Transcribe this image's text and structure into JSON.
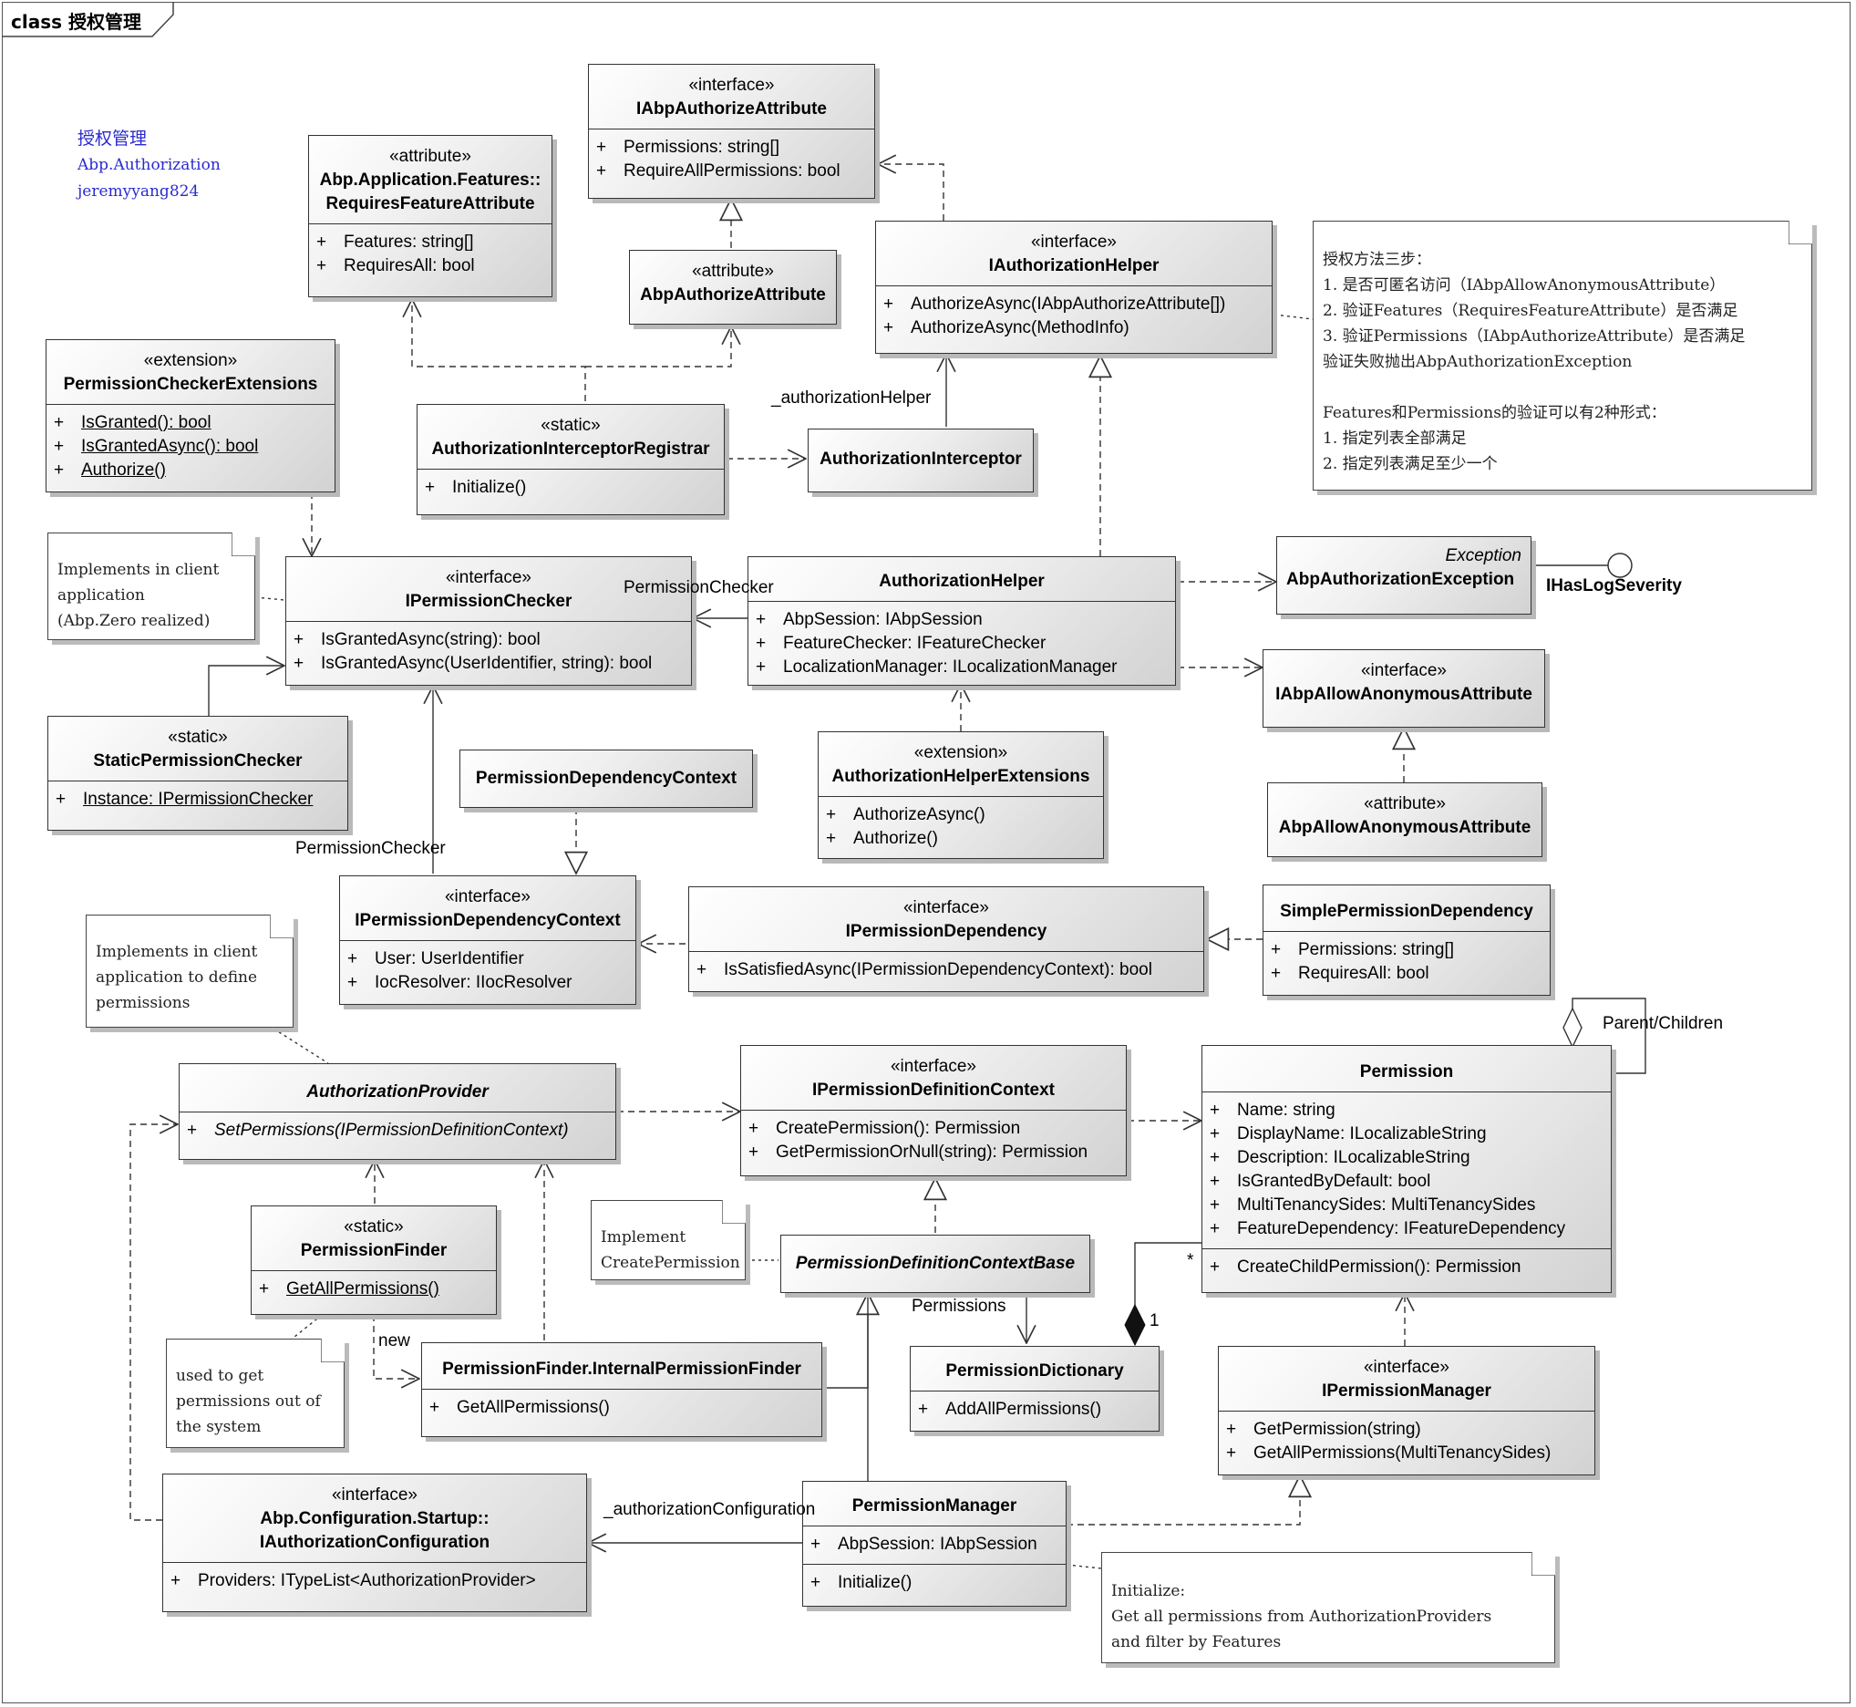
{
  "frame_title": "class 授权管理",
  "intro": {
    "title": "授权管理",
    "namespace": "Abp.Authorization",
    "author": "jeremyyang824"
  },
  "classes": {
    "iabp_authorize_attribute": {
      "stereotype": "«interface»",
      "name": "IAbpAuthorizeAttribute",
      "members": [
        "Permissions: string[]",
        "RequireAllPermissions: bool"
      ]
    },
    "requires_feature_attribute": {
      "stereotype": "«attribute»",
      "name_line1": "Abp.Application.Features::",
      "name_line2": "RequiresFeatureAttribute",
      "members": [
        "Features: string[]",
        "RequiresAll: bool"
      ]
    },
    "abp_authorize_attribute": {
      "stereotype": "«attribute»",
      "name": "AbpAuthorizeAttribute"
    },
    "iauthorization_helper": {
      "stereotype": "«interface»",
      "name": "IAuthorizationHelper",
      "members": [
        "AuthorizeAsync(IAbpAuthorizeAttribute[])",
        "AuthorizeAsync(MethodInfo)"
      ]
    },
    "permission_checker_extensions": {
      "stereotype": "«extension»",
      "name": "PermissionCheckerExtensions",
      "members": [
        "IsGranted(): bool",
        "IsGrantedAsync(): bool",
        "Authorize()"
      ]
    },
    "authorization_interceptor_registrar": {
      "stereotype": "«static»",
      "name": "AuthorizationInterceptorRegistrar",
      "members": [
        "Initialize()"
      ]
    },
    "authorization_interceptor": {
      "name": "AuthorizationInterceptor"
    },
    "ipermission_checker": {
      "stereotype": "«interface»",
      "name": "IPermissionChecker",
      "members": [
        "IsGrantedAsync(string): bool",
        "IsGrantedAsync(UserIdentifier, string): bool"
      ]
    },
    "authorization_helper": {
      "name": "AuthorizationHelper",
      "members": [
        "AbpSession: IAbpSession",
        "FeatureChecker: IFeatureChecker",
        "LocalizationManager: ILocalizationManager"
      ]
    },
    "abp_authorization_exception": {
      "stereotype": "Exception",
      "name": "AbpAuthorizationException"
    },
    "iabp_allow_anonymous_attribute": {
      "stereotype": "«interface»",
      "name": "IAbpAllowAnonymousAttribute"
    },
    "abp_allow_anonymous_attribute": {
      "stereotype": "«attribute»",
      "name": "AbpAllowAnonymousAttribute"
    },
    "static_permission_checker": {
      "stereotype": "«static»",
      "name": "StaticPermissionChecker",
      "members": [
        "Instance: IPermissionChecker"
      ]
    },
    "permission_dependency_context": {
      "name": "PermissionDependencyContext"
    },
    "authorization_helper_extensions": {
      "stereotype": "«extension»",
      "name": "AuthorizationHelperExtensions",
      "members": [
        "AuthorizeAsync()",
        "Authorize()"
      ]
    },
    "ipermission_dependency_context": {
      "stereotype": "«interface»",
      "name": "IPermissionDependencyContext",
      "members": [
        "User: UserIdentifier",
        "IocResolver: IIocResolver"
      ]
    },
    "ipermission_dependency": {
      "stereotype": "«interface»",
      "name": "IPermissionDependency",
      "members": [
        "IsSatisfiedAsync(IPermissionDependencyContext): bool"
      ]
    },
    "simple_permission_dependency": {
      "name": "SimplePermissionDependency",
      "members": [
        "Permissions: string[]",
        "RequiresAll: bool"
      ]
    },
    "authorization_provider": {
      "name": "AuthorizationProvider",
      "members": [
        "SetPermissions(IPermissionDefinitionContext)"
      ]
    },
    "ipermission_definition_context": {
      "stereotype": "«interface»",
      "name": "IPermissionDefinitionContext",
      "members": [
        "CreatePermission(): Permission",
        "GetPermissionOrNull(string): Permission"
      ]
    },
    "permission": {
      "name": "Permission",
      "members": [
        "Name: string",
        "DisplayName: ILocalizableString",
        "Description: ILocalizableString",
        "IsGrantedByDefault: bool",
        "MultiTenancySides: MultiTenancySides",
        "FeatureDependency: IFeatureDependency"
      ],
      "operations": [
        "CreateChildPermission(): Permission"
      ]
    },
    "permission_finder": {
      "stereotype": "«static»",
      "name": "PermissionFinder",
      "members": [
        "GetAllPermissions()"
      ]
    },
    "permission_definition_context_base": {
      "name": "PermissionDefinitionContextBase"
    },
    "internal_permission_finder": {
      "name": "PermissionFinder.InternalPermissionFinder",
      "members": [
        "GetAllPermissions()"
      ]
    },
    "permission_dictionary": {
      "name": "PermissionDictionary",
      "members": [
        "AddAllPermissions()"
      ]
    },
    "ipermission_manager": {
      "stereotype": "«interface»",
      "name": "IPermissionManager",
      "members": [
        "GetPermission(string)",
        "GetAllPermissions(MultiTenancySides)"
      ]
    },
    "iauthorization_configuration": {
      "stereotype": "«interface»",
      "name_line1": "Abp.Configuration.Startup::",
      "name_line2": "IAuthorizationConfiguration",
      "members": [
        "Providers: ITypeList<AuthorizationProvider>"
      ]
    },
    "permission_manager": {
      "name": "PermissionManager",
      "members": [
        "AbpSession: IAbpSession"
      ],
      "operations": [
        "Initialize()"
      ]
    }
  },
  "notes": {
    "auth_steps": [
      "授权方法三步：",
      "1. 是否可匿名访问（IAbpAllowAnonymousAttribute）",
      "2. 验证Features（RequiresFeatureAttribute）是否满足",
      "3. 验证Permissions（IAbpAuthorizeAttribute）是否满足",
      "验证失败抛出AbpAuthorizationException",
      "",
      "Features和Permissions的验证可以有2种形式：",
      "1. 指定列表全部满足",
      "2. 指定列表满足至少一个"
    ],
    "client_impl": [
      "Implements in client",
      "application",
      "(Abp.Zero realized)"
    ],
    "client_define": [
      "Implements in client",
      "application to define",
      "permissions"
    ],
    "implement_create": [
      "Implement",
      "CreatePermission"
    ],
    "used_to_get": [
      "used to get",
      "permissions out of",
      "the system"
    ],
    "initialize": [
      "Initialize:",
      "Get all permissions from AuthorizationProviders",
      "and filter by Features"
    ]
  },
  "labels": {
    "authorization_helper_role": "_authorizationHelper",
    "permission_checker_role_1": "PermissionChecker",
    "permission_checker_role_2": "PermissionChecker",
    "ihas_log_severity": "IHasLogSeverity",
    "parent_children": "Parent/Children",
    "permissions_role": "Permissions",
    "new_label": "new",
    "authorization_configuration_role": "_authorizationConfiguration",
    "multiplicity_one": "1",
    "multiplicity_many": "*"
  }
}
